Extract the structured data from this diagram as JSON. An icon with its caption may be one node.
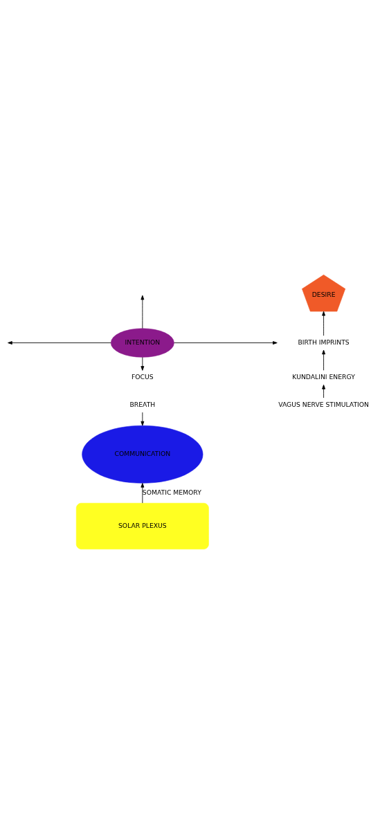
{
  "diagram": {
    "nodes": [
      {
        "text": [
          "INTENTION"
        ]
      },
      {
        "text": [
          "FOCUS"
        ]
      },
      {
        "text": [
          "BREATH"
        ]
      },
      {
        "text": [
          "COMMUNICATION"
        ]
      },
      {
        "text": [
          "SOLAR PLEXUS"
        ]
      },
      {
        "text": [
          "DESIRE"
        ]
      },
      {
        "text": [
          "BIRTH IMPRINTS"
        ]
      },
      {
        "text": [
          "KUNDALINI ENERGY"
        ]
      },
      {
        "text": [
          "VAGUS NERVE STIMULATION"
        ]
      }
    ],
    "edges": [
      {
        "from": 0,
        "to": null,
        "arrow": "to"
      },
      {
        "from": 0,
        "to": null,
        "arrow": "to"
      },
      {
        "from": 0,
        "to": null,
        "arrow": "to"
      },
      {
        "from": 0,
        "to": 1,
        "arrow": "to"
      },
      {
        "from": 2,
        "to": 3,
        "arrow": "to"
      },
      {
        "from": 4,
        "to": 3,
        "arrow": "to",
        "label": "SOMATIC MEMORY"
      },
      {
        "from": 6,
        "to": 5,
        "arrow": "to"
      },
      {
        "from": 7,
        "to": 6,
        "arrow": "to"
      },
      {
        "from": 8,
        "to": 7,
        "arrow": "to"
      }
    ]
  }
}
